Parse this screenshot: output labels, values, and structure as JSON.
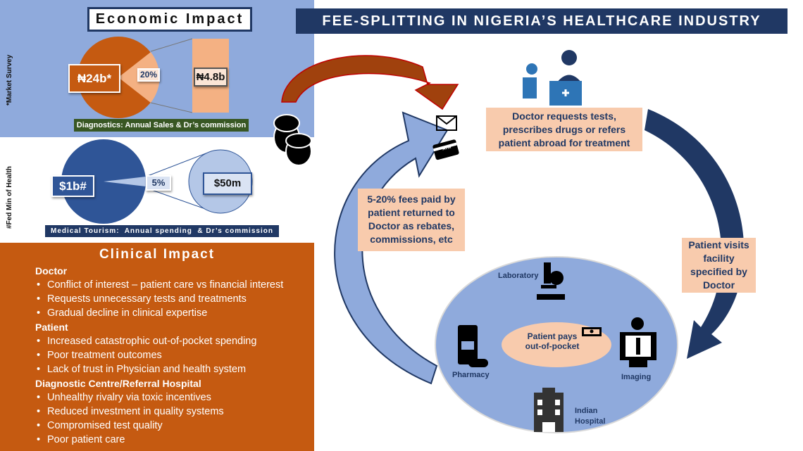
{
  "title": "FEE-SPLITTING IN NIGERIA’S HEALTHCARE INDUSTRY",
  "economic": {
    "title": "Economic Impact",
    "diagnostics": {
      "total": "₦24b*",
      "percent": "20%",
      "commission": "₦4.8b",
      "caption": "Diagnostics: Annual Sales & Dr’s commission",
      "source": "*Market Survey",
      "share": 0.2
    },
    "tourism": {
      "total": "$1b#",
      "percent": "5%",
      "commission": "$50m",
      "caption": "Medical Tourism:  Annual spending  & Dr’s commission",
      "source": "#Fed Min of Health",
      "share": 0.05
    }
  },
  "clinical": {
    "title": "Clinical Impact",
    "groups": [
      {
        "name": "Doctor",
        "items": [
          "Conflict of interest – patient care vs financial interest",
          "Requests unnecessary tests and treatments",
          "Gradual decline in clinical expertise"
        ]
      },
      {
        "name": "Patient",
        "items": [
          "Increased catastrophic out-of-pocket spending",
          "Poor treatment outcomes",
          "Lack of trust in Physician and health system"
        ]
      },
      {
        "name": "Diagnostic Centre/Referral Hospital",
        "items": [
          "Unhealthy rivalry via toxic incentives",
          "Reduced investment in quality systems",
          "Compromised test quality",
          "Poor patient care"
        ]
      }
    ]
  },
  "flow": {
    "doctor": "Doctor requests tests, prescribes drugs or refers patient abroad for treatment",
    "visit": "Patient visits facility specified by Doctor",
    "rebate": "5-20% fees paid by patient returned to Doctor as rebates, commissions, etc",
    "center": "Patient pays out-of-pocket",
    "facilities": {
      "lab": "Laboratory",
      "pharmacy": "Pharmacy",
      "imaging": "Imaging",
      "hospital": "Indian Hospital"
    },
    "atm": "ATM"
  }
}
